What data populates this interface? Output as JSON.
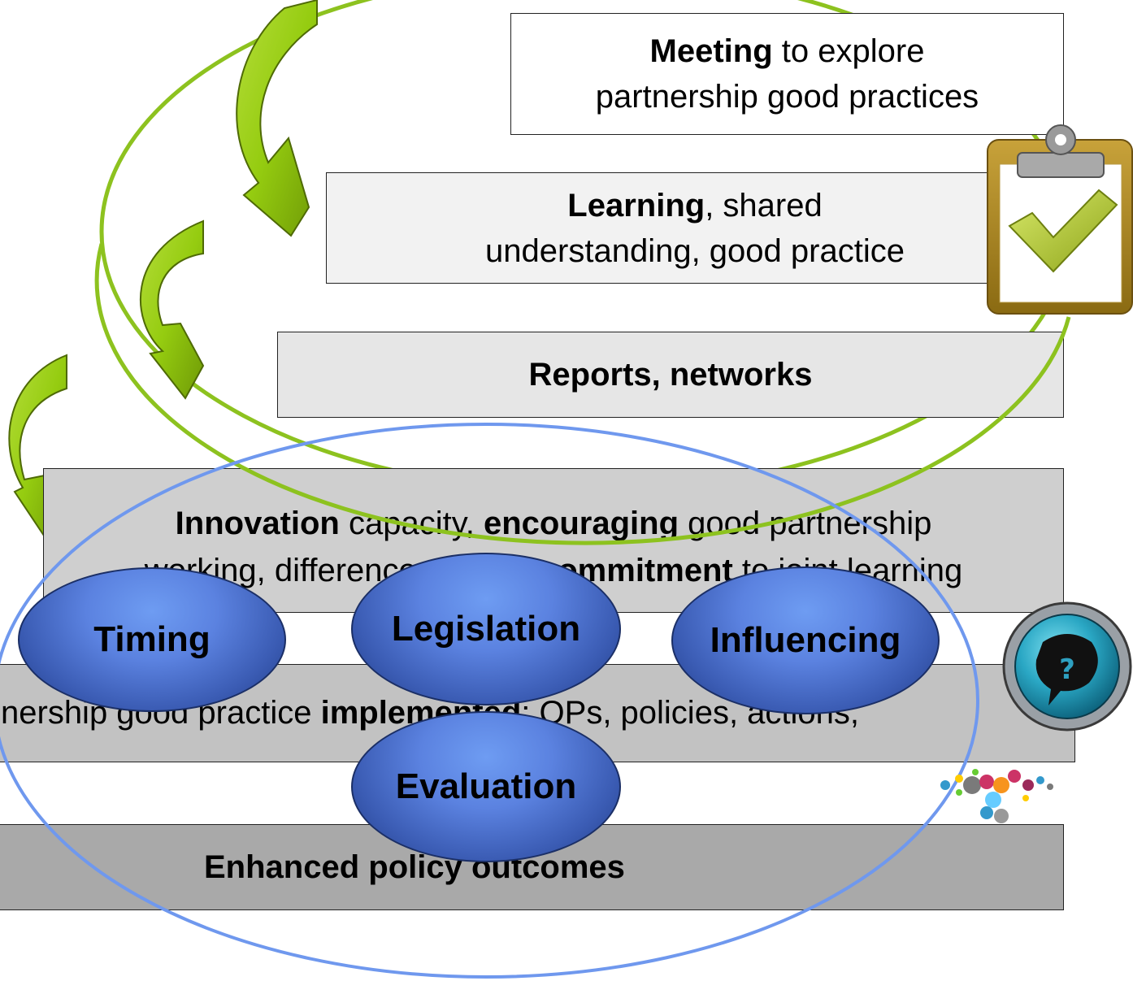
{
  "boxes": {
    "meeting": {
      "bold": "Meeting",
      "rest": " to explore",
      "line2": "partnership good practices"
    },
    "learning": {
      "bold": "Learning",
      "rest": ", shared",
      "line2": "understanding, good practice"
    },
    "reports": {
      "bold": "Reports, networks"
    },
    "innovation": {
      "l1_b1": "Innovation",
      "l1_t1": " capacity, ",
      "l1_b2": "encouraging",
      "l1_t2": " good partnership",
      "l2_t1": "working, difference valued, ",
      "l2_b1": "commitment",
      "l2_t2": " to joint learning"
    },
    "implemented": {
      "t1": "nership good practice ",
      "b1": "implemented",
      "t2": ": OPs, policies, actions,"
    },
    "outcomes": {
      "bold": "Enhanced policy outcomes"
    }
  },
  "ovals": {
    "timing": "Timing",
    "legislation": "Legislation",
    "influencing": "Influencing",
    "evaluation": "Evaluation"
  },
  "icons": {
    "clipboard": "clipboard-check-icon",
    "help": "help-speech-bubble-icon",
    "logo": "dots-logo"
  },
  "colors": {
    "green_ring": "#8dc21f",
    "blue_ring": "#6f98ee",
    "oval_fill": "#4f74d6",
    "arrow_green": "#8fc81a",
    "arrow_dark": "#6f8f10"
  }
}
